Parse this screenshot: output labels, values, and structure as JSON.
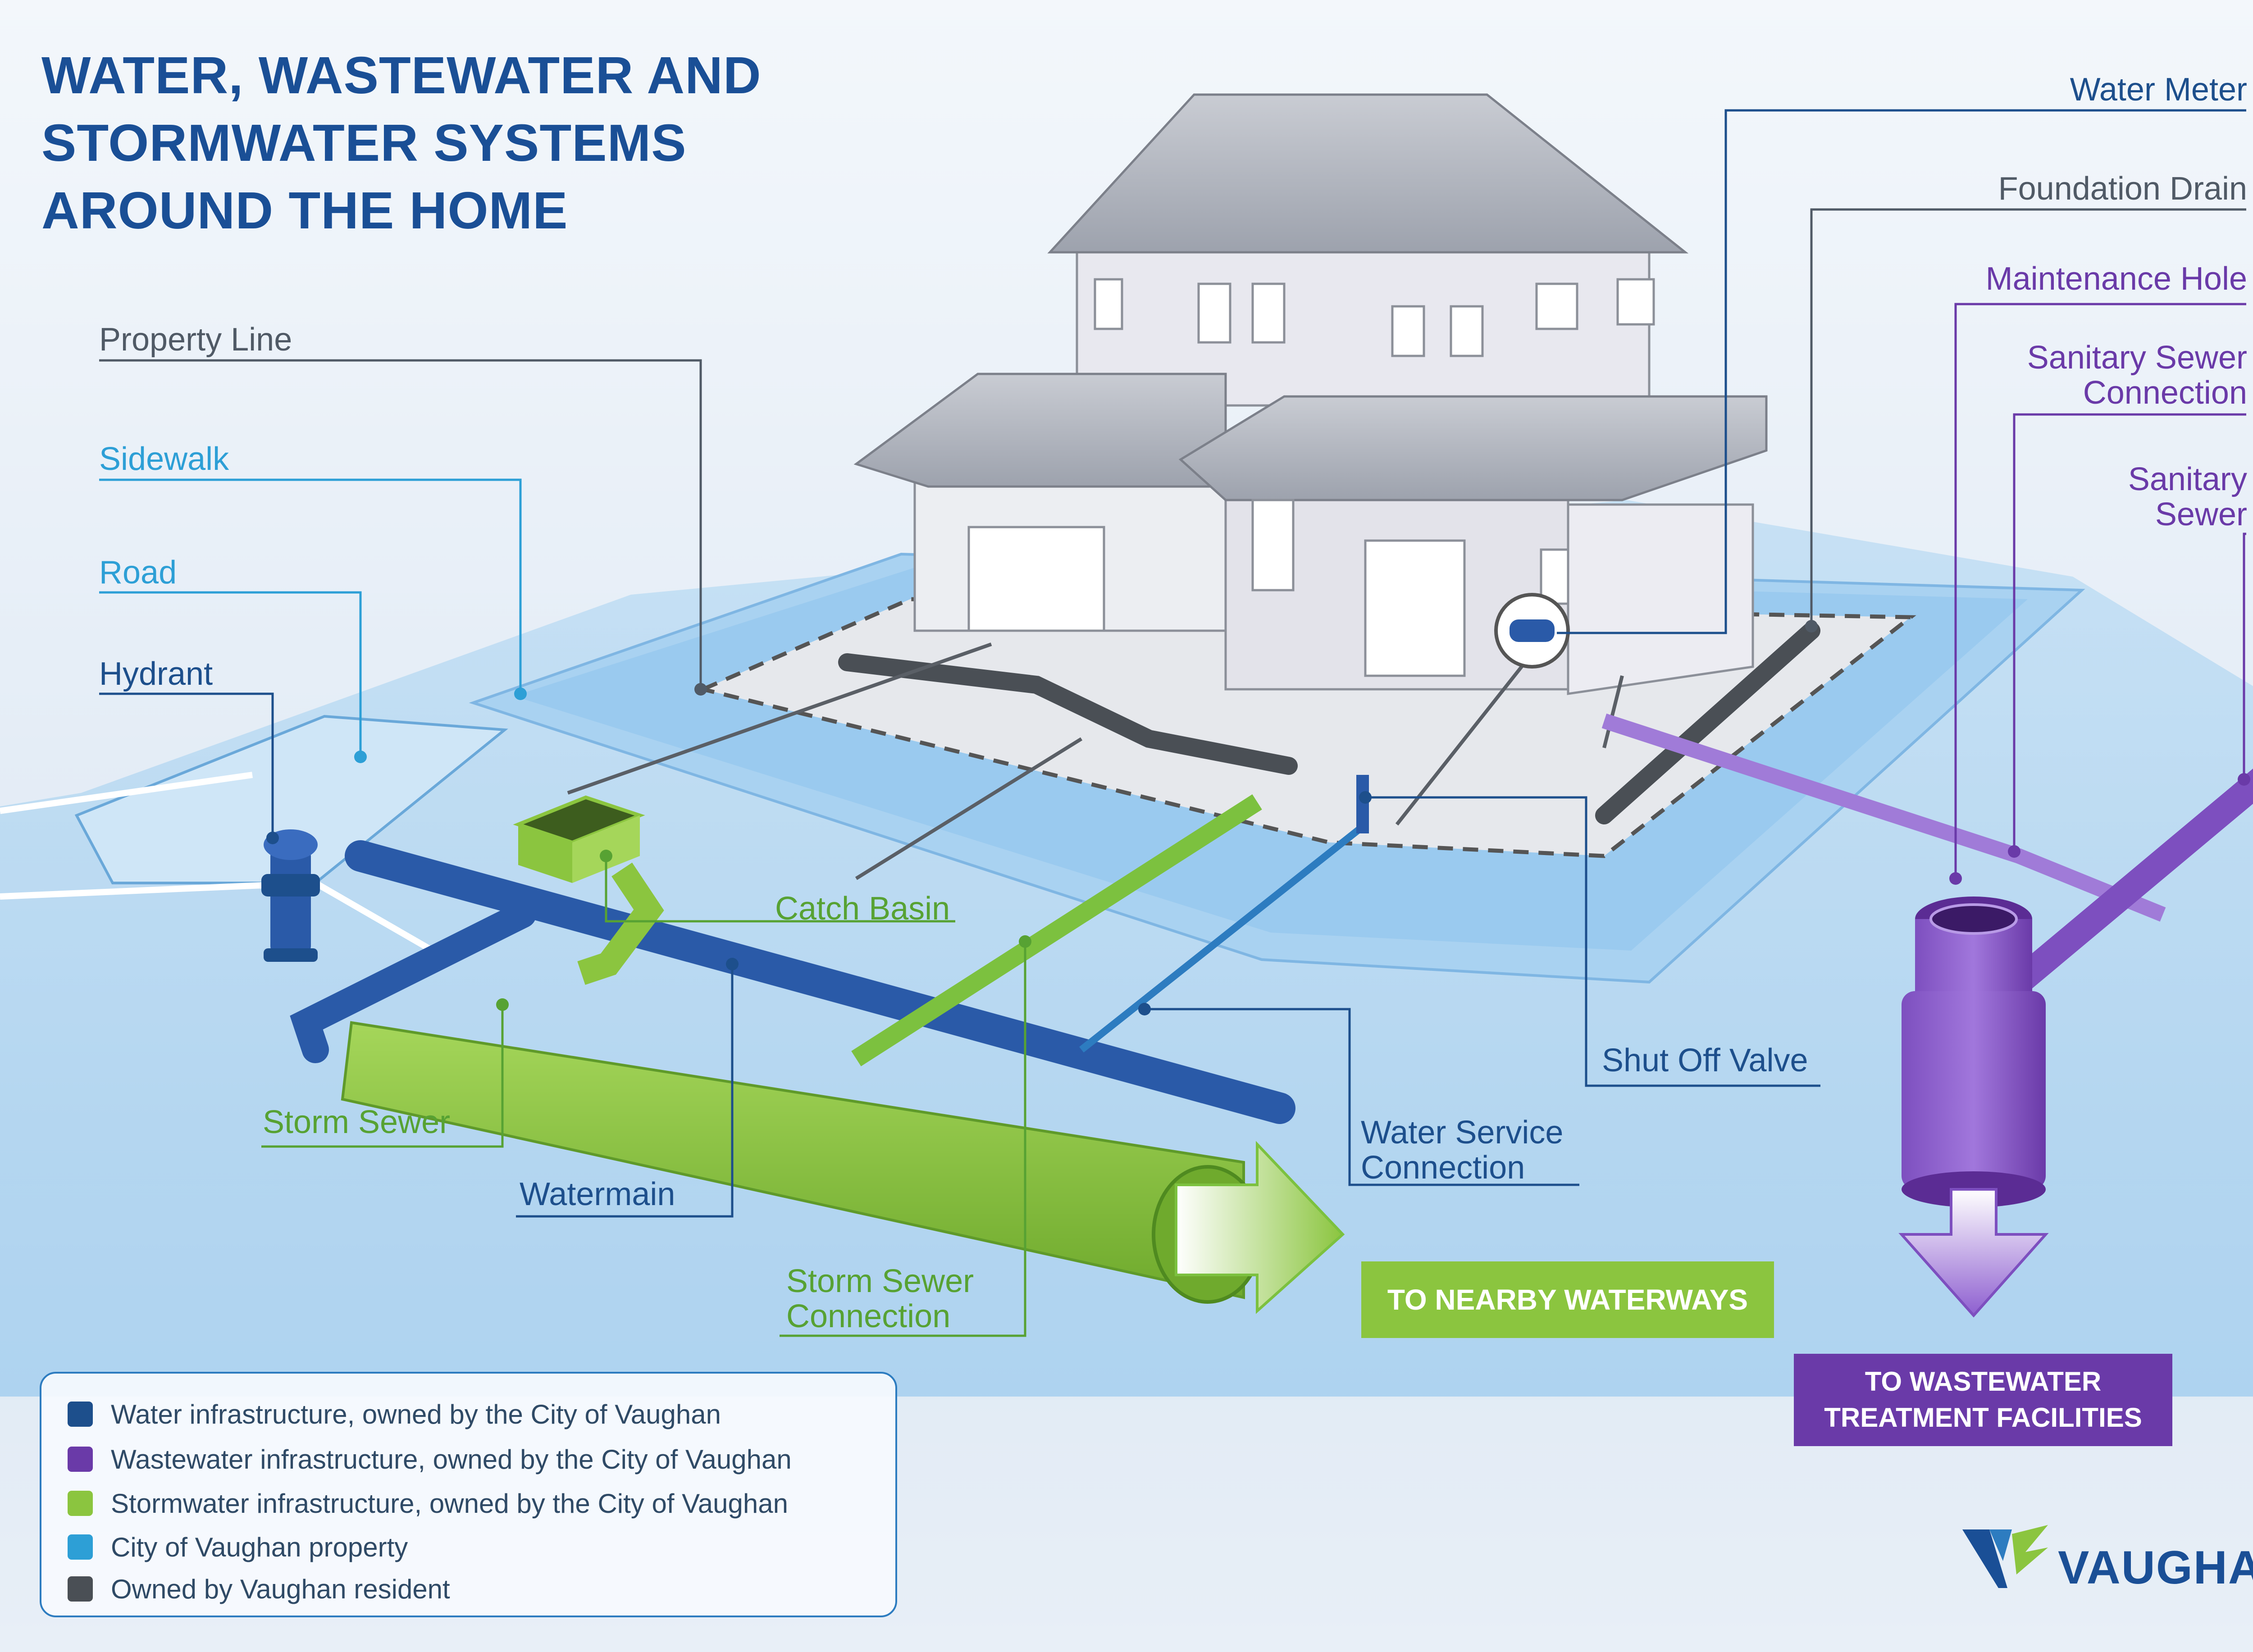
{
  "title": {
    "lines": [
      "WATER, WASTEWATER AND",
      "STORMWATER SYSTEMS",
      "AROUND THE HOME"
    ]
  },
  "colors": {
    "water": "#1d4f8c",
    "wastewater": "#6a3aa8",
    "stormwater": "#8bc53f",
    "city_property": "#2d9fd6",
    "resident": "#4a4f55"
  },
  "labels": {
    "water_meter": "Water Meter",
    "foundation_drain": "Foundation Drain",
    "maintenance_hole": "Maintenance Hole",
    "sanitary_sewer_connection": [
      "Sanitary Sewer",
      "Connection"
    ],
    "sanitary_sewer": [
      "Sanitary",
      "Sewer"
    ],
    "property_line": "Property Line",
    "sidewalk": "Sidewalk",
    "road": "Road",
    "hydrant": "Hydrant",
    "catch_basin": "Catch Basin",
    "shut_off_valve": "Shut Off Valve",
    "water_service_connection": [
      "Water Service",
      "Connection"
    ],
    "storm_sewer": "Storm Sewer",
    "watermain": "Watermain",
    "storm_sewer_connection": [
      "Storm Sewer",
      "Connection"
    ]
  },
  "banners": {
    "nearby_waterways": "TO NEARBY WATERWAYS",
    "wastewater_treatment": [
      "TO WASTEWATER",
      "TREATMENT FACILITIES"
    ]
  },
  "legend": [
    {
      "label": "Water infrastructure, owned by the City of Vaughan",
      "color": "#1d4f8c"
    },
    {
      "label": "Wastewater infrastructure, owned by the City of Vaughan",
      "color": "#6a3aa8"
    },
    {
      "label": "Stormwater infrastructure, owned by the City of Vaughan",
      "color": "#8bc53f"
    },
    {
      "label": "City of Vaughan property",
      "color": "#2d9fd6"
    },
    {
      "label": "Owned by Vaughan resident",
      "color": "#4a4f55"
    }
  ],
  "logo": {
    "text": "VAUGHAN",
    "icon": "vaughan-logo-icon"
  }
}
